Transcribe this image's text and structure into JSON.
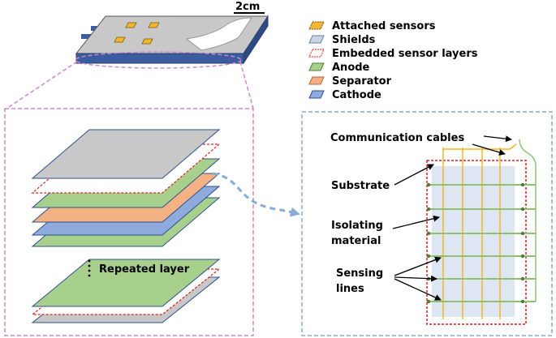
{
  "scale_bar": {
    "label": "2cm"
  },
  "legend": {
    "items": [
      {
        "label": "Attached sensors",
        "swatch": "#f2b630",
        "border": "#7a5a00",
        "dashed": true
      },
      {
        "label": "Shields",
        "swatch": "#c9d4e8",
        "border": "#6e7fa5",
        "dashed": false
      },
      {
        "label": "Embedded sensor layers",
        "swatch": "#ffffff",
        "border": "#e02020",
        "dashed": true
      },
      {
        "label": "Anode",
        "swatch": "#a8d08d",
        "border": "#4f7d3a",
        "dashed": false
      },
      {
        "label": "Separator",
        "swatch": "#f4b183",
        "border": "#b06a3a",
        "dashed": false
      },
      {
        "label": "Cathode",
        "swatch": "#8faadc",
        "border": "#2f4f8f",
        "dashed": false
      }
    ]
  },
  "layer_stack": {
    "repeated_label": "Repeated layer"
  },
  "sensor_layer": {
    "labels": {
      "communication_cables": "Communication cables",
      "substrate": "Substrate",
      "isolating_line1": "Isolating",
      "isolating_line2": "material",
      "sensing_line1": "Sensing",
      "sensing_line2": "lines"
    }
  },
  "colors": {
    "pink_dashed": "#cc88cc",
    "blue_dashed": "#88aad4",
    "cell_top": "#c8c8c8",
    "cell_side": "#3b5c9e",
    "substrate_fill": "#dde6f2",
    "cable_yellow": "#f0b820",
    "sensing_green": "#90c070",
    "sensor_red": "#e02020"
  }
}
